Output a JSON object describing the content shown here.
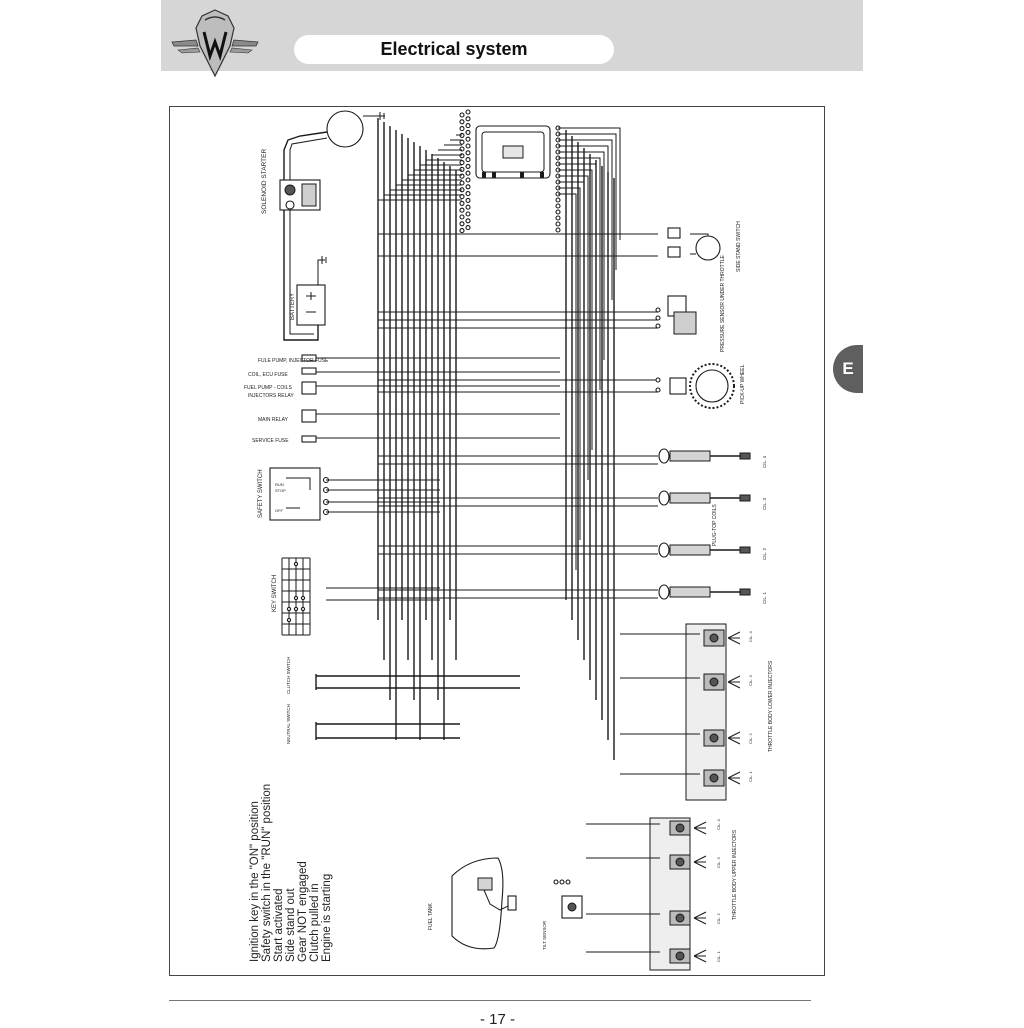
{
  "header": {
    "title": "Electrical system"
  },
  "side_tab": {
    "letter": "E"
  },
  "diagram": {
    "components": {
      "solenoid_starter": "SOLENOID STARTER",
      "battery": "BATTERY",
      "fuel_pump_injector_fuse": "FULE PUMP, INJECTOR FUSE",
      "coil_ecu_fuse": "COIL, ECU FUSE",
      "fuel_pump_coils_injectors_relay_1": "FUEL PUMP - COILS",
      "fuel_pump_coils_injectors_relay_2": "INJECTORS RELAY",
      "main_relay": "MAIN RELAY",
      "service_fuse": "SERVICE FUSE",
      "safety_switch": "SAFETY SWITCH",
      "safety_run": "RUN",
      "safety_stop": "STOP",
      "safety_off": "OFF",
      "key_switch": "KEY SWITCH",
      "clutch_switch": "CLUTCH SWITCH",
      "neutral_switch": "NEUTRAL SWITCH",
      "side_stand_switch": "SIDE STAND SWITCH",
      "pressure_sensor": "PRESSURE SENSOR UNDER THROTTLE",
      "pick_up_wheel": "PICK-UP WHEEL",
      "plugtop_coils": "PLUG-TOP COILS",
      "throttle_body_lower": "THROTTLE BODY LOWER INJECTORS",
      "throttle_body_upper": "THROTTLE BODY UPPER INJECTORS",
      "tilt_sensor": "TILT SENSOR",
      "fuel_tank": "FUEL TANK",
      "cyl_4": "CIL. 4",
      "cyl_3": "CIL. 3",
      "cyl_2": "CIL. 2",
      "cyl_1": "CIL. 1"
    },
    "conditions": [
      "Ignition key in the \"ON\" position",
      "Safety switch in the \"RUN\" position",
      "Start activated",
      "Side stand out",
      "Gear NOT engaged",
      "Clutch pulled in",
      "Engine is starting"
    ]
  },
  "footer": {
    "page_number": "- 17 -"
  }
}
